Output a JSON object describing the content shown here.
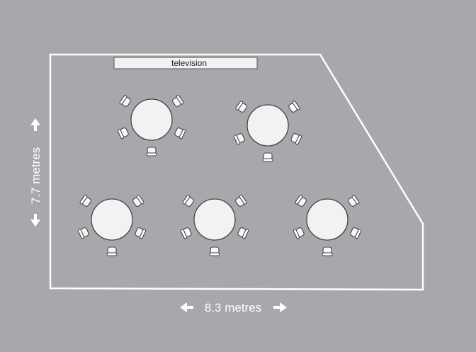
{
  "diagram": {
    "tv_label": "television",
    "width_label": "8.3 metres",
    "height_label": "7.7 metres",
    "tables": [
      {
        "id": "table-1"
      },
      {
        "id": "table-2"
      },
      {
        "id": "table-3"
      },
      {
        "id": "table-4"
      },
      {
        "id": "table-5"
      }
    ],
    "colors": {
      "background": "#a7a8ab",
      "outline": "#ffffff",
      "furniture": "#f2f2f2"
    }
  }
}
